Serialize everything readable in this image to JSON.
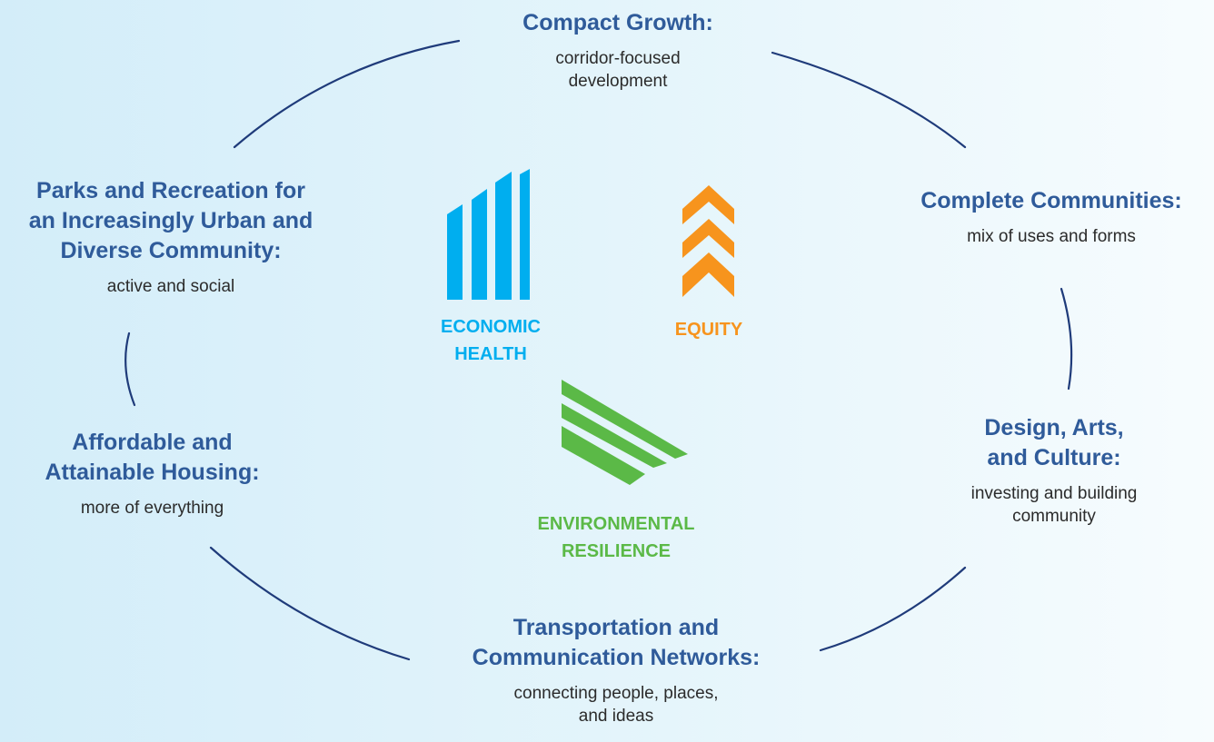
{
  "colors": {
    "arc": "#1f3b7a",
    "title": "#2f5b9a",
    "economic": "#00aeef",
    "equity": "#f7941d",
    "environmental": "#5bb947"
  },
  "pillars": {
    "economic": {
      "label": "ECONOMIC\nHEALTH",
      "icon": "bar-chart-icon"
    },
    "equity": {
      "label": "EQUITY",
      "icon": "chevrons-up-icon"
    },
    "environmental": {
      "label": "ENVIRONMENTAL\nRESILIENCE",
      "icon": "diagonal-stripes-icon"
    }
  },
  "themes": {
    "compact_growth": {
      "title": "Compact Growth:",
      "subtitle": "corridor-focused\ndevelopment"
    },
    "complete_communities": {
      "title": "Complete Communities:",
      "subtitle": "mix of uses and forms"
    },
    "design_arts": {
      "title": "Design, Arts,\nand Culture:",
      "subtitle": "investing and building\ncommunity"
    },
    "transportation": {
      "title": "Transportation and\nCommunication Networks:",
      "subtitle": "connecting people, places,\nand ideas"
    },
    "housing": {
      "title": "Affordable and\nAttainable Housing:",
      "subtitle": "more of everything"
    },
    "parks": {
      "title": "Parks and Recreation for\nan Increasingly Urban and\nDiverse Community:",
      "subtitle": "active and social"
    }
  }
}
